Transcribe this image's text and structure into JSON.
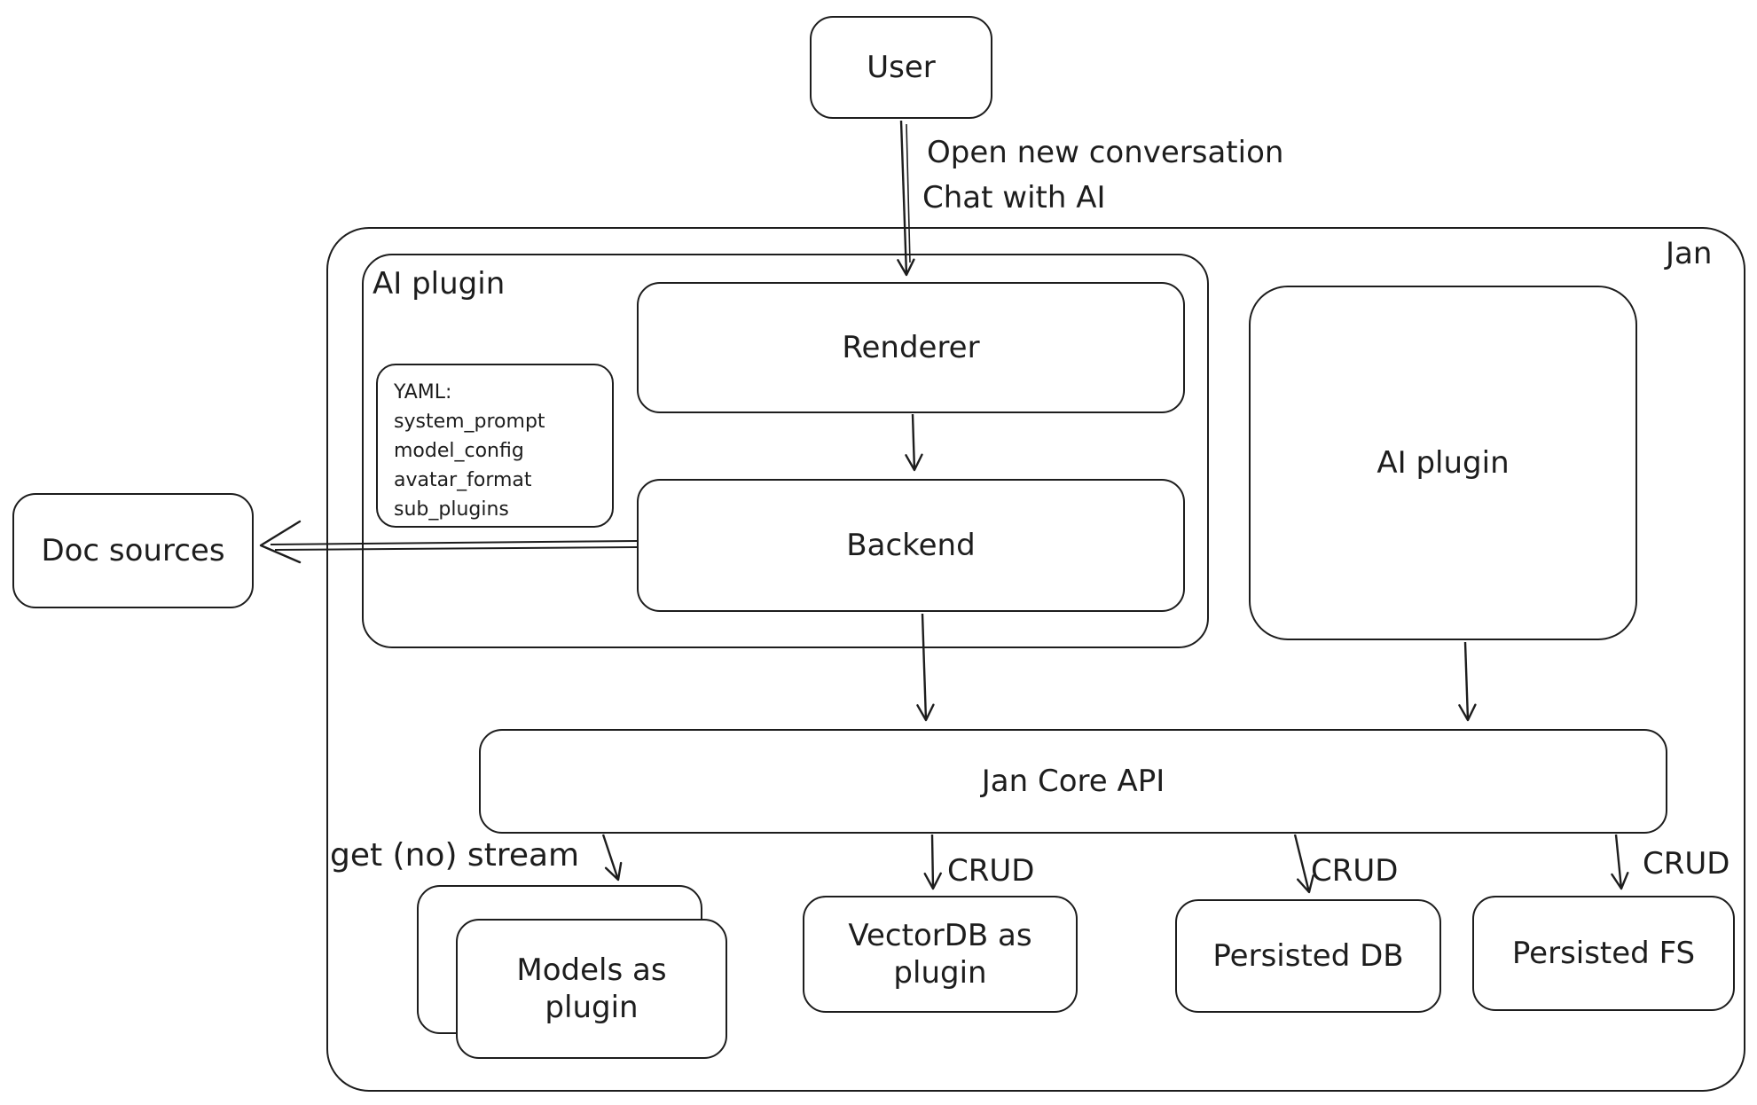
{
  "diagram": {
    "nodes": {
      "user": {
        "label": "User"
      },
      "jan": {
        "label": "Jan"
      },
      "ai_plugin_container": {
        "label": "AI plugin"
      },
      "renderer": {
        "label": "Renderer"
      },
      "yaml": {
        "lines": [
          "YAML:",
          "system_prompt",
          "model_config",
          "avatar_format",
          "sub_plugins"
        ]
      },
      "backend": {
        "label": "Backend"
      },
      "ai_plugin_right": {
        "label": "AI plugin"
      },
      "doc_sources": {
        "label": "Doc sources"
      },
      "jan_core_api": {
        "label": "Jan Core API"
      },
      "models_as_plugin": {
        "label": "Models as plugin"
      },
      "vectordb": {
        "label": "VectorDB as plugin"
      },
      "persisted_db": {
        "label": "Persisted DB"
      },
      "persisted_fs": {
        "label": "Persisted FS"
      }
    },
    "edges": {
      "user_to_renderer": {
        "label_line1": "Open new conversation",
        "label_line2": "Chat with AI"
      },
      "get_no_stream": {
        "label": "get (no) stream"
      },
      "crud_vectordb": {
        "label": "CRUD"
      },
      "crud_db": {
        "label": "CRUD"
      },
      "crud_fs": {
        "label": "CRUD"
      }
    },
    "colors": {
      "stroke": "#1d1d1d",
      "background": "#ffffff"
    }
  }
}
